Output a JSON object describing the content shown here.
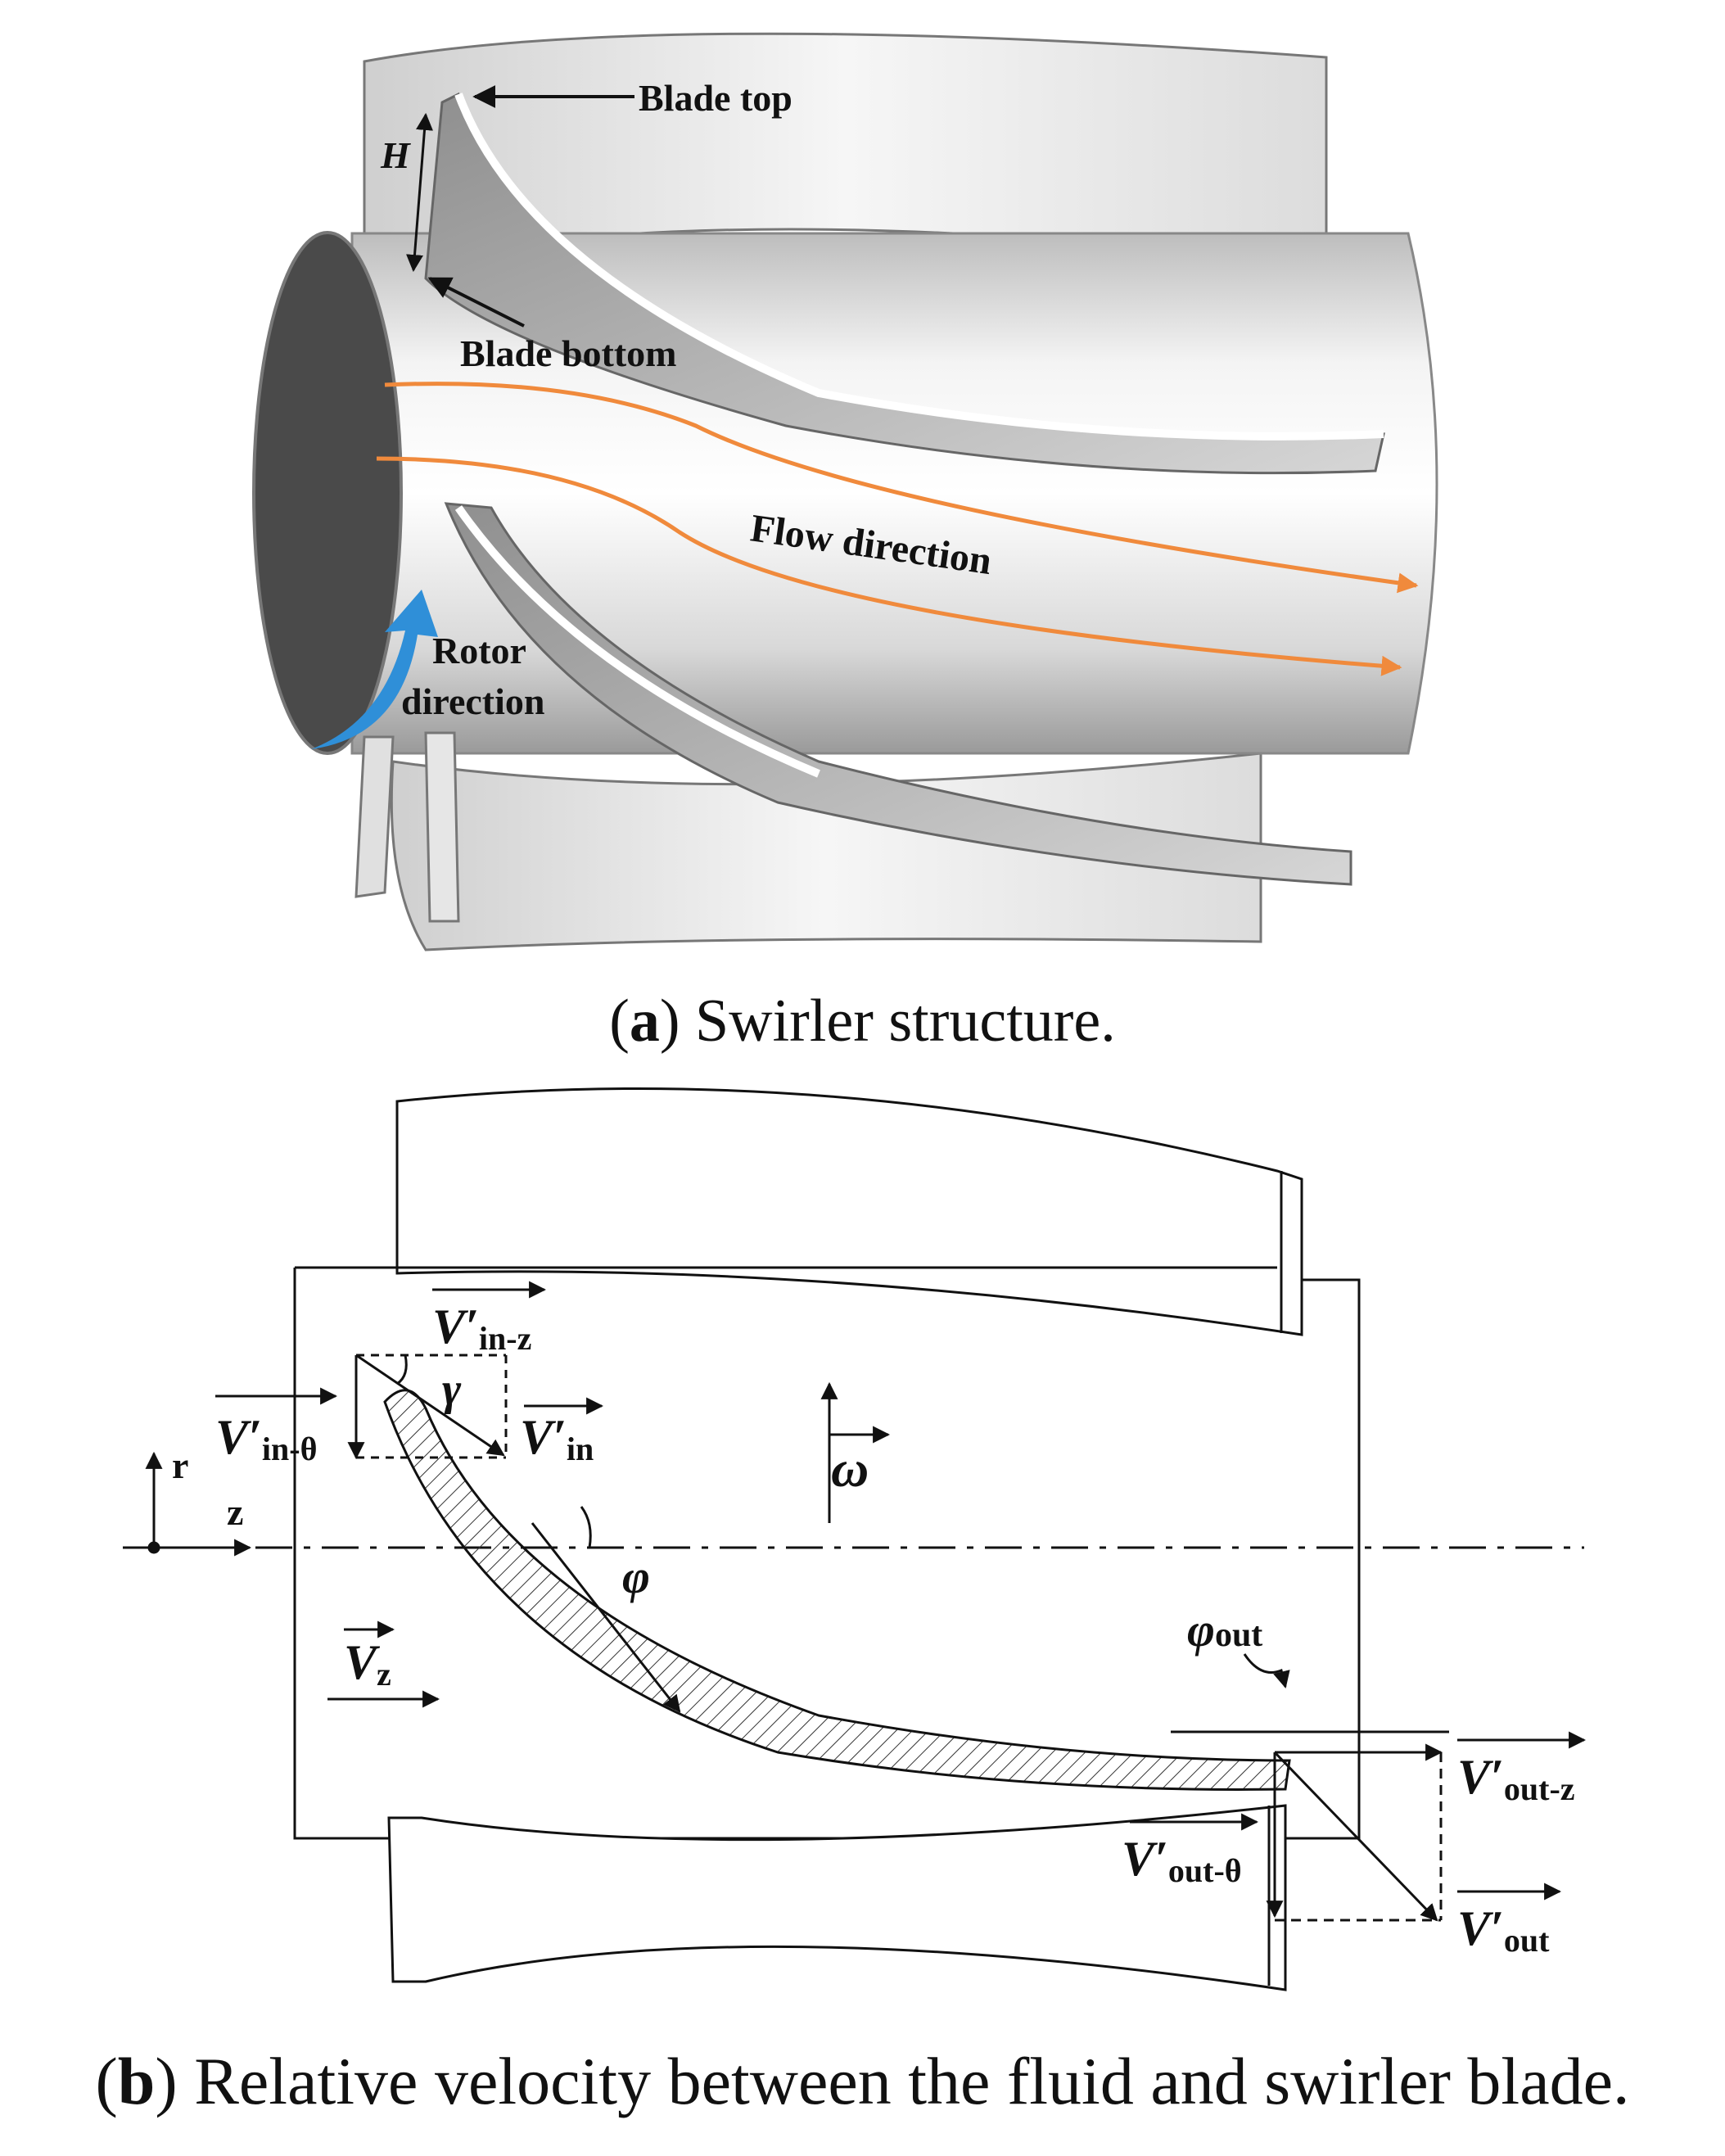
{
  "panel_a": {
    "labels": {
      "blade_top": "Blade top",
      "blade_bottom": "Blade bottom",
      "H": "H",
      "flow_direction": "Flow direction",
      "rotor_line1": "Rotor",
      "rotor_line2": "direction"
    },
    "caption": {
      "letter": "a",
      "text": "Swirler structure."
    }
  },
  "panel_b": {
    "labels": {
      "v_in_z": "V′",
      "v_in_z_sub": "in-z",
      "v_in_theta": "V′",
      "v_in_theta_sub": "in-θ",
      "v_in": "V′",
      "v_in_sub": "in",
      "gamma": "γ",
      "omega": "ω",
      "r": "r",
      "z": "z",
      "phi": "φ",
      "phi_out": "φ",
      "phi_out_sub": "out",
      "v_z": "V",
      "v_z_sub": "z",
      "v_out_z": "V′",
      "v_out_z_sub": "out-z",
      "v_out_theta": "V′",
      "v_out_theta_sub": "out-θ",
      "v_out": "V′",
      "v_out_sub": "out"
    },
    "caption": {
      "letter": "b",
      "text": "Relative velocity between the fluid and swirler blade."
    }
  },
  "colors": {
    "flow_arrow": "#f08a3c",
    "rotor_arrow": "#2f8fd8",
    "hub_face": "#4a4a4a",
    "blade_shade": "#a8a8a8"
  }
}
